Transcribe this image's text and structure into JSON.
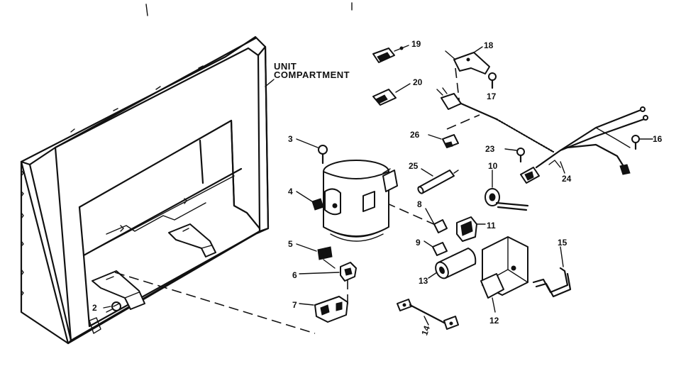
{
  "caption": {
    "line1": "UNIT",
    "line2": "COMPARTMENT"
  },
  "callouts": {
    "p2": "2",
    "p3": "3",
    "p4": "4",
    "p5": "5",
    "p6": "6",
    "p7": "7",
    "p8": "8",
    "p9": "9",
    "p10": "10",
    "p11": "11",
    "p12": "12",
    "p13": "13",
    "p14": "14",
    "p15": "15",
    "p16": "16",
    "p17": "17",
    "p18": "18",
    "p19": "19",
    "p20": "20",
    "p23": "23",
    "p24": "24",
    "p25": "25",
    "p26": "26"
  }
}
